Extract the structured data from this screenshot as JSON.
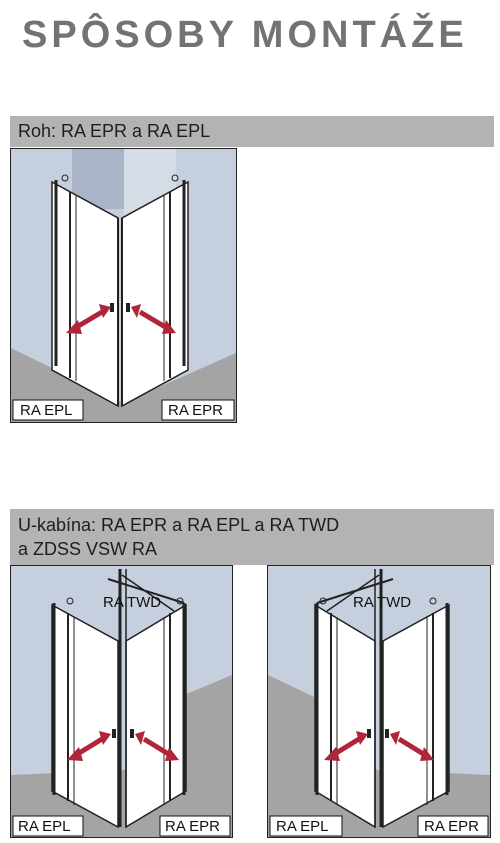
{
  "title": "SPÔSOBY MONTÁŽE",
  "section1": {
    "heading": "Roh: RA EPR a RA EPL",
    "left_label": "RA EPL",
    "right_label": "RA EPR"
  },
  "section2": {
    "heading_line1": "U-kabína: RA EPR a RA EPL a RA TWD",
    "heading_line2": "a ZDSS VSW RA",
    "left_figure": {
      "top_label": "RA TWD",
      "left_label": "RA EPL",
      "right_label": "RA EPR"
    },
    "right_figure": {
      "top_label": "RA TWD",
      "left_label": "RA EPL",
      "right_label": "RA EPR"
    }
  },
  "colors": {
    "title": "#737373",
    "bar": "#b3b3b3",
    "wall": "#c6cfdd",
    "floor": "#a4a4a4",
    "arrow": "#b0253a"
  }
}
